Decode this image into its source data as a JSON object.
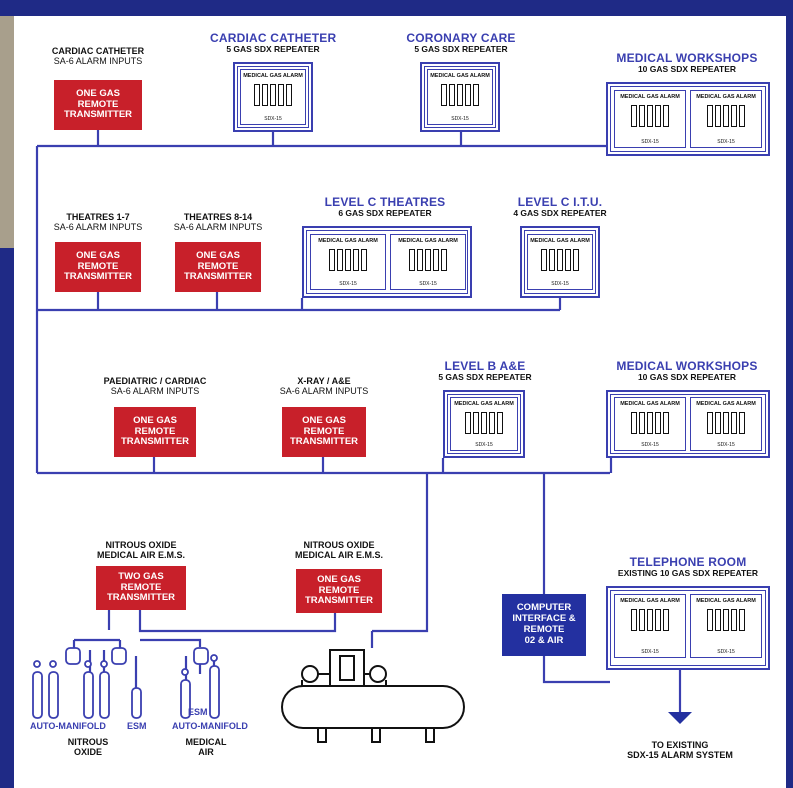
{
  "diagram": {
    "repeaters": [
      {
        "id": "rep-cardiac",
        "title": "CARDIAC CATHETER",
        "subtitle": "5 GAS SDX REPEATER",
        "units": [
          {
            "label": "MEDICAL GAS ALARM",
            "model": "SDX-15"
          }
        ]
      },
      {
        "id": "rep-coronary",
        "title": "CORONARY CARE",
        "subtitle": "5 GAS SDX REPEATER",
        "units": [
          {
            "label": "MEDICAL GAS ALARM",
            "model": "SDX-15"
          }
        ]
      },
      {
        "id": "rep-workshops1",
        "title": "MEDICAL WORKSHOPS",
        "subtitle": "10 GAS SDX REPEATER",
        "units": [
          {
            "label": "MEDICAL GAS ALARM",
            "model": "SDX-15"
          },
          {
            "label": "MEDICAL GAS ALARM",
            "model": "SDX-15"
          }
        ]
      },
      {
        "id": "rep-levelc",
        "title": "LEVEL C THEATRES",
        "subtitle": "6 GAS SDX REPEATER",
        "units": [
          {
            "label": "MEDICAL GAS ALARM",
            "model": "SDX-15"
          },
          {
            "label": "MEDICAL GAS ALARM",
            "model": "SDX-15"
          }
        ]
      },
      {
        "id": "rep-levelcitu",
        "title": "LEVEL C I.T.U.",
        "subtitle": "4 GAS SDX REPEATER",
        "units": [
          {
            "label": "MEDICAL GAS ALARM",
            "model": "SDX-15"
          }
        ]
      },
      {
        "id": "rep-levelb",
        "title": "LEVEL B A&E",
        "subtitle": "5 GAS SDX REPEATER",
        "units": [
          {
            "label": "MEDICAL GAS ALARM",
            "model": "SDX-15"
          }
        ]
      },
      {
        "id": "rep-workshops2",
        "title": "MEDICAL WORKSHOPS",
        "subtitle": "10 GAS SDX REPEATER",
        "units": [
          {
            "label": "MEDICAL GAS ALARM",
            "model": "SDX-15"
          },
          {
            "label": "MEDICAL GAS ALARM",
            "model": "SDX-15"
          }
        ]
      },
      {
        "id": "rep-telephone",
        "title": "TELEPHONE ROOM",
        "subtitle": "EXISTING 10 GAS SDX REPEATER",
        "units": [
          {
            "label": "MEDICAL GAS ALARM",
            "model": "SDX-15"
          },
          {
            "label": "MEDICAL GAS ALARM",
            "model": "SDX-15"
          }
        ]
      }
    ],
    "transmitters": [
      {
        "id": "tx-cardiac",
        "heading": "CARDIAC CATHETER",
        "inputs": "SA-6 ALARM INPUTS",
        "lines": [
          "ONE GAS",
          "REMOTE",
          "TRANSMITTER"
        ]
      },
      {
        "id": "tx-theatres17",
        "heading": "THEATRES 1-7",
        "inputs": "SA-6 ALARM INPUTS",
        "lines": [
          "ONE GAS",
          "REMOTE",
          "TRANSMITTER"
        ]
      },
      {
        "id": "tx-theatres814",
        "heading": "THEATRES 8-14",
        "inputs": "SA-6 ALARM INPUTS",
        "lines": [
          "ONE GAS",
          "REMOTE",
          "TRANSMITTER"
        ]
      },
      {
        "id": "tx-paediatric",
        "heading": "PAEDIATRIC / CARDIAC",
        "inputs": "SA-6 ALARM INPUTS",
        "lines": [
          "ONE GAS",
          "REMOTE",
          "TRANSMITTER"
        ]
      },
      {
        "id": "tx-xray",
        "heading": "X-RAY / A&E",
        "inputs": "SA-6 ALARM INPUTS",
        "lines": [
          "ONE GAS",
          "REMOTE",
          "TRANSMITTER"
        ]
      },
      {
        "id": "tx-nitrous1",
        "heading": "NITROUS OXIDE",
        "inputs": "MEDICAL AIR E.M.S.",
        "lines": [
          "TWO GAS",
          "REMOTE",
          "TRANSMITTER"
        ]
      },
      {
        "id": "tx-nitrous2",
        "heading": "NITROUS OXIDE",
        "inputs": "MEDICAL AIR E.M.S.",
        "lines": [
          "ONE GAS",
          "REMOTE",
          "TRANSMITTER"
        ]
      }
    ],
    "computer_interface": {
      "lines": [
        "COMPUTER",
        "INTERFACE &",
        "REMOTE",
        "02 & AIR"
      ]
    },
    "existing_system": {
      "line1": "TO EXISTING",
      "line2": "SDX-15 ALARM SYSTEM"
    },
    "equipment": {
      "auto_manifold_1": "AUTO-MANIFOLD",
      "esm_1": "ESM",
      "nitrous_oxide": [
        "NITROUS",
        "OXIDE"
      ],
      "esm_2": "ESM",
      "auto_manifold_2": "AUTO-MANIFOLD",
      "medical_air": [
        "MEDICAL",
        "AIR"
      ]
    },
    "colors": {
      "frame": "#1f2a86",
      "wire": "#3a3fb0",
      "transmitter": "#c8202a",
      "interface": "#2330a0",
      "heading": "#3a3fb0"
    }
  }
}
